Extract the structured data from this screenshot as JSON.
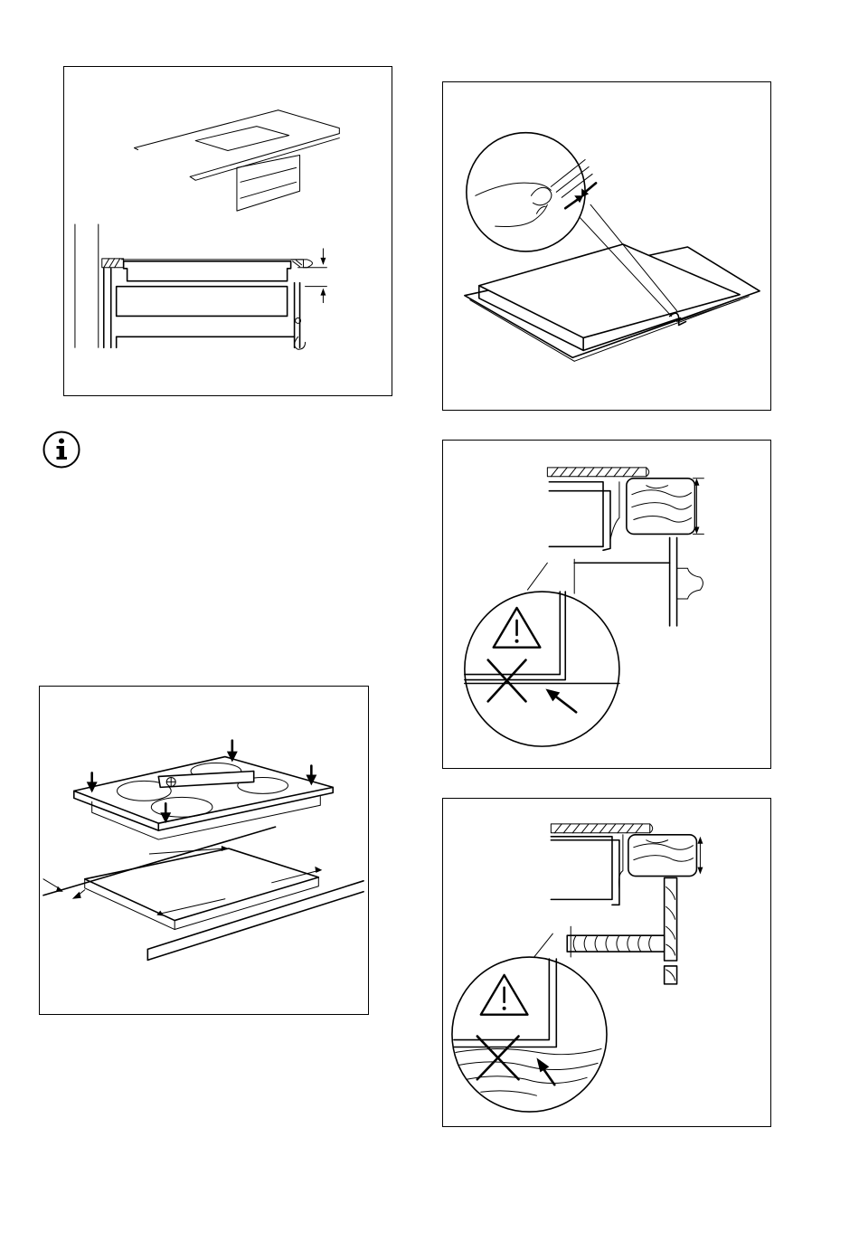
{
  "figures": [
    {
      "id": "fig-hob-cabinet-drawer",
      "icon": "technical-drawing"
    },
    {
      "id": "fig-hob-sealing-strip",
      "icon": "technical-drawing"
    },
    {
      "id": "fig-hob-cutout-insertion",
      "icon": "technical-drawing"
    },
    {
      "id": "fig-clearance-oven-warning",
      "icon": "technical-drawing"
    },
    {
      "id": "fig-clearance-shelf-warning",
      "icon": "technical-drawing"
    }
  ],
  "icons": {
    "info": "info-icon",
    "warning": "warning-triangle-icon",
    "prohibited": "cross-icon",
    "pointer": "arrow-icon"
  },
  "colors": {
    "line": "#000000",
    "background": "#ffffff"
  }
}
